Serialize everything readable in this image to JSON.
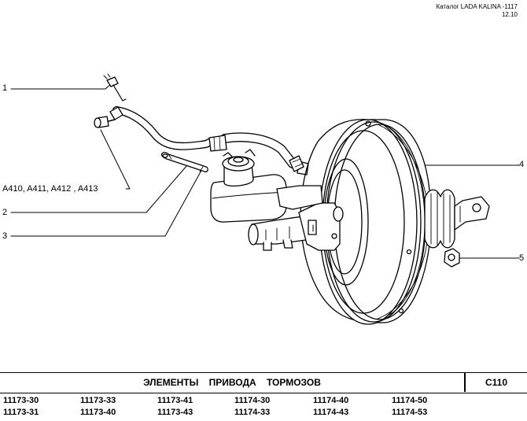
{
  "header": {
    "catalog": "Каталог LADA KALINA -1117",
    "date": "12.10"
  },
  "callouts": {
    "c1": "1",
    "c2": "2",
    "c3": "3",
    "c4": "4",
    "c5": "5",
    "variants": "A410, A411, A412 , A413"
  },
  "section": {
    "title": "ЭЛЕМЕНТЫ ПРИВОДА ТОРМОЗОВ",
    "code": "C110"
  },
  "models": {
    "row1": [
      "11173-30",
      "11173-33",
      "11173-41",
      "11174-30",
      "11174-40",
      "11174-50"
    ],
    "row2": [
      "11173-31",
      "11173-40",
      "11173-43",
      "11174-33",
      "11174-43",
      "11174-53"
    ]
  }
}
